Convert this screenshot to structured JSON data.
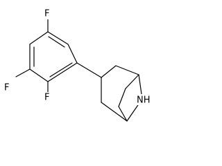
{
  "molecule": {
    "atoms": {
      "f_top": "F",
      "f_left": "F",
      "f_bottom": "F",
      "nh": "NH"
    }
  }
}
